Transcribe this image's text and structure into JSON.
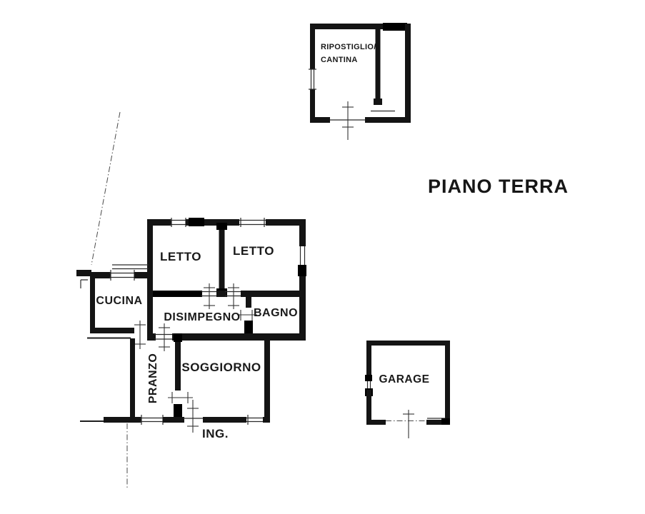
{
  "title": {
    "text": "PIANO TERRA"
  },
  "annex": {
    "line1": "RIPOSTIGLIO/",
    "line2": "CANTINA"
  },
  "rooms": {
    "letto1": "LETTO",
    "letto2": "LETTO",
    "cucina": "CUCINA",
    "disimpegno": "DISIMPEGNO",
    "bagno": "BAGNO",
    "pranzo": "PRANZO",
    "soggiorno": "SOGGIORNO",
    "ingresso": "ING.",
    "garage": "GARAGE"
  },
  "colors": {
    "wall": "#141414",
    "text": "#1a1a1a",
    "background": "#ffffff"
  }
}
